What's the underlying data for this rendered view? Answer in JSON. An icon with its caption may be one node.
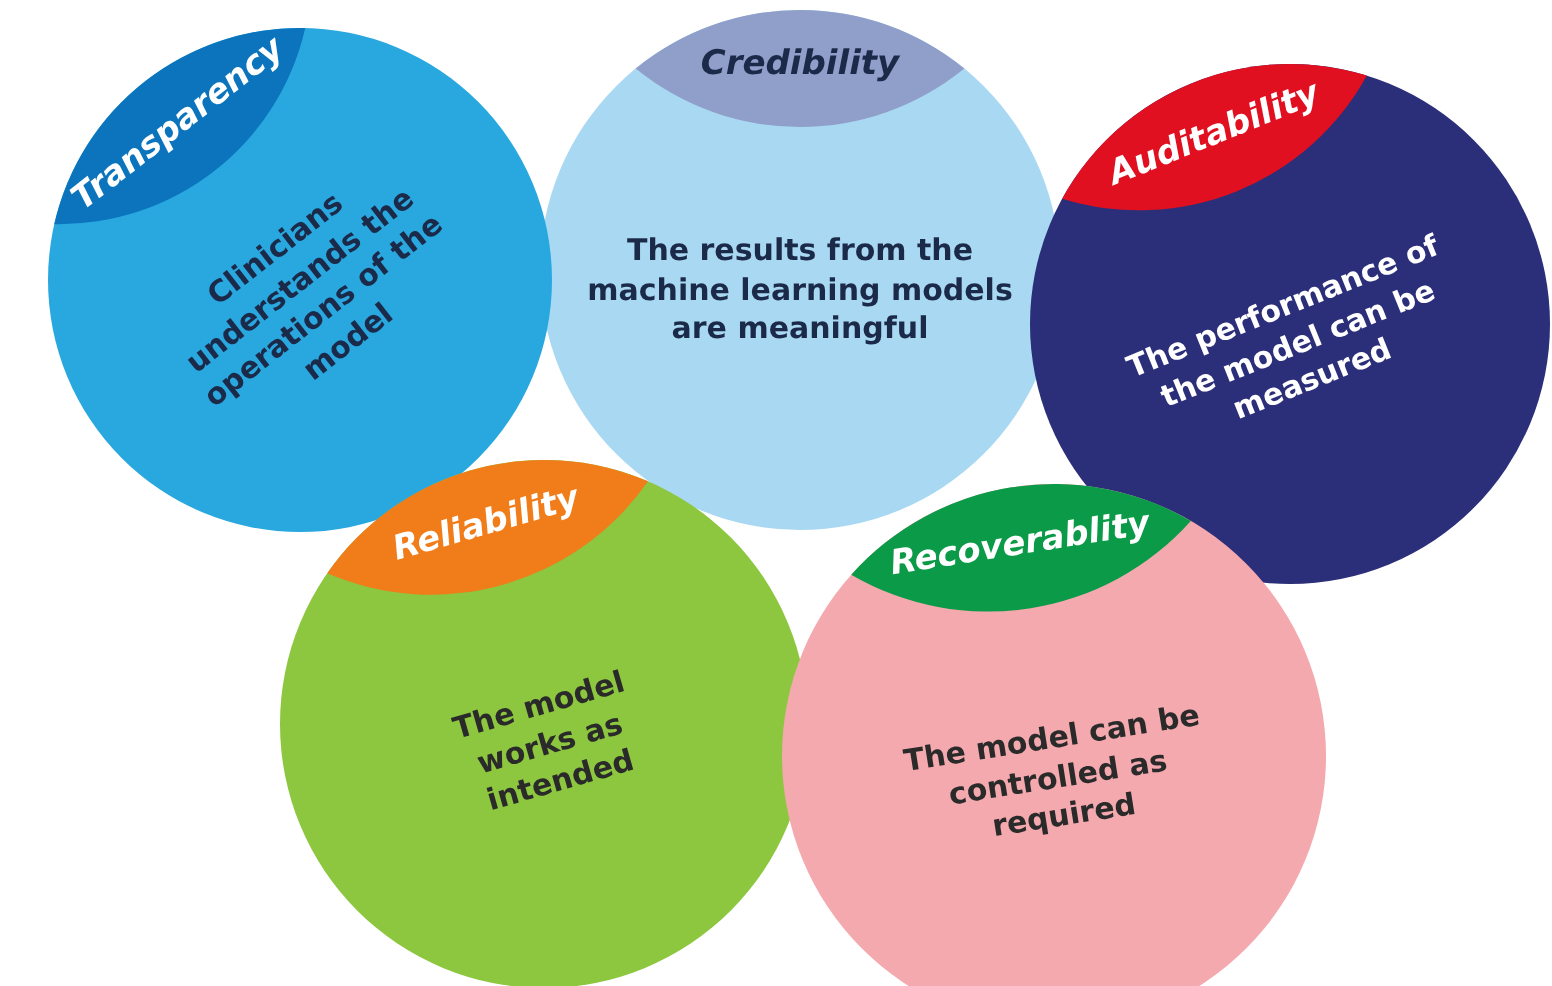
{
  "diagram": {
    "nodes": [
      {
        "text": [
          "Transparency",
          "Clinicians understands the operations of the model"
        ]
      },
      {
        "text": [
          "Credibility",
          "The results from the machine learning models are meaningful"
        ]
      },
      {
        "text": [
          "Auditability",
          "The performance of the model can be measured"
        ]
      },
      {
        "text": [
          "Reliability",
          "The model works as intended"
        ]
      },
      {
        "text": [
          "Recoverablity",
          "The model can be controlled as required"
        ]
      }
    ]
  }
}
